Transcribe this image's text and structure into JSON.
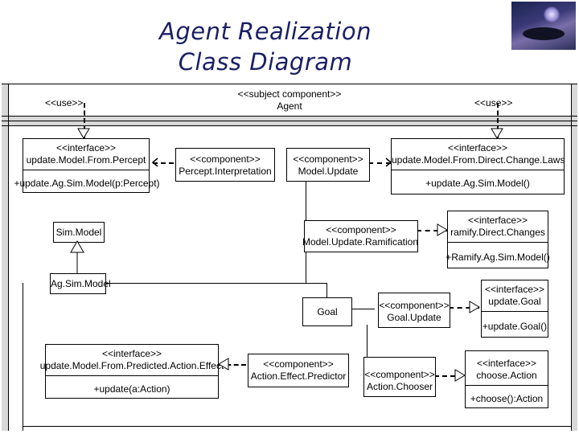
{
  "header": {
    "title_line1": "Agent Realization",
    "title_line2": "Class Diagram"
  },
  "icons": {
    "logo": "planet-night-logo"
  },
  "top": {
    "use_left": "<<use>>",
    "subject_stereotype": "<<subject component>>",
    "subject_name": "Agent",
    "use_right": "<<use>>"
  },
  "classes": {
    "iface_percept": {
      "stereotype": "<<interface>>",
      "name": "update.Model.From.Percept",
      "op": "+update.Ag.Sim.Model(p:Percept)"
    },
    "percept_interp": {
      "stereotype": "<<component>>",
      "name": "Percept.Interpretation"
    },
    "model_update": {
      "stereotype": "<<component>>",
      "name": "Model.Update"
    },
    "iface_direct": {
      "stereotype": "<<interface>>",
      "name": "update.Model.From.Direct.Change.Laws",
      "op": "+update.Ag.Sim.Model()"
    },
    "sim_model": {
      "name": "Sim.Model"
    },
    "model_update_ram": {
      "stereotype": "<<component>>",
      "name": "Model.Update.Ramification"
    },
    "iface_ramify": {
      "stereotype": "<<interface>>",
      "name": "ramify.Direct.Changes",
      "op": "+Ramify.Ag.Sim.Model()"
    },
    "ag_sim_model": {
      "name": "Ag.Sim.Model"
    },
    "goal": {
      "name": "Goal"
    },
    "goal_update": {
      "stereotype": "<<component>>",
      "name": "Goal.Update"
    },
    "iface_goal": {
      "stereotype": "<<interface>>",
      "name": "update.Goal",
      "op": "+update.Goal()"
    },
    "iface_predicted": {
      "stereotype": "<<interface>>",
      "name": "update.Model.From.Predicted.Action.Effect",
      "op": "+update(a:Action)"
    },
    "action_effect": {
      "stereotype": "<<component>>",
      "name": "Action.Effect.Predictor"
    },
    "action_chooser": {
      "stereotype": "<<component>>",
      "name": "Action.Chooser"
    },
    "iface_choose": {
      "stereotype": "<<interface>>",
      "name": "choose.Action",
      "op": "+choose():Action"
    }
  }
}
